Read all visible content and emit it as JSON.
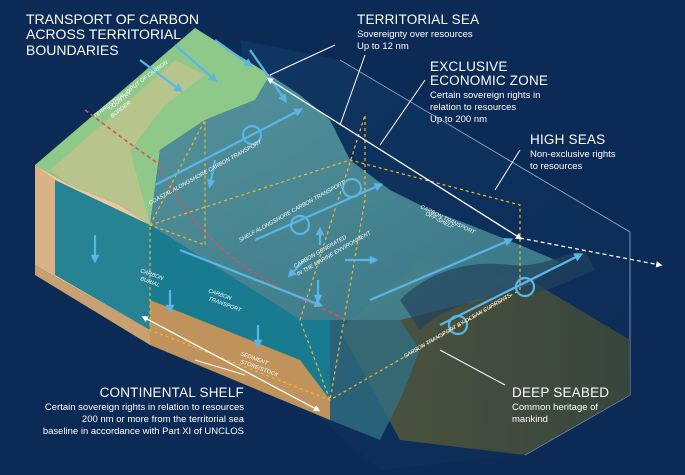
{
  "title": "TRANSPORT OF CARBON ACROSS TERRITORIAL BOUNDARIES",
  "zones": {
    "territorial_sea": {
      "title": "TERRITORIAL SEA",
      "desc_line1": "Sovereignty over resources",
      "desc_line2": "Up to 12 nm"
    },
    "eez": {
      "title_line1": "EXCLUSIVE",
      "title_line2": "ECONOMIC ZONE",
      "desc_line1": "Certain sovereign rights in",
      "desc_line2": "relation to resources",
      "desc_line3": "Up to 200 nm"
    },
    "high_seas": {
      "title": "HIGH SEAS",
      "desc_line1": "Non-exclusive rights",
      "desc_line2": "to resources"
    },
    "continental_shelf": {
      "title": "CONTINENTAL SHELF",
      "desc_line1": "Certain sovereign rights in relation to resources",
      "desc_line2": "200 nm or more from the territorial sea",
      "desc_line3": "baseline in accordance with Part XI of UNCLOS"
    },
    "deep_seabed": {
      "title": "DEEP SEABED",
      "desc_line1": "Common heritage of",
      "desc_line2": "mankind"
    }
  },
  "labels": {
    "terrestrial_input": "TERRESTRIAL INPUT OF CARBON",
    "country_border_1": "COUNTRY",
    "country_border_2": "BORDER",
    "coastal_transport": "COASTAL ALONGSHORE CARBON TRANSPORT",
    "shelf_transport": "SHELF ALONGSHORE CARBON TRANSPORT",
    "generated_1": "CARBON GENERATED",
    "generated_2": "IN THE MARINE ENVIRONMENT",
    "offshelf_1": "CARBON TRANSPORT",
    "offshelf_2": "OFF-SHELF",
    "ocean_currents": "CARBON TRANSPORT BY OCEAN CURRENTS",
    "burial_1": "CARBON",
    "burial_2": "BURIAL",
    "transport_1": "CARBON",
    "transport_2": "TRANSPORT",
    "sediment_1": "SEDIMENT",
    "sediment_2": "STORE/STOCK"
  },
  "colors": {
    "background": "#0b2a55",
    "land": "#8ec98a",
    "sea_surface": "#4d8c95",
    "water_side": "#1a7f93",
    "sediment": "#c0925c",
    "arrow": "#5ab6e6",
    "boundary_dash": "#f2b830",
    "border_dash": "#d65454"
  }
}
